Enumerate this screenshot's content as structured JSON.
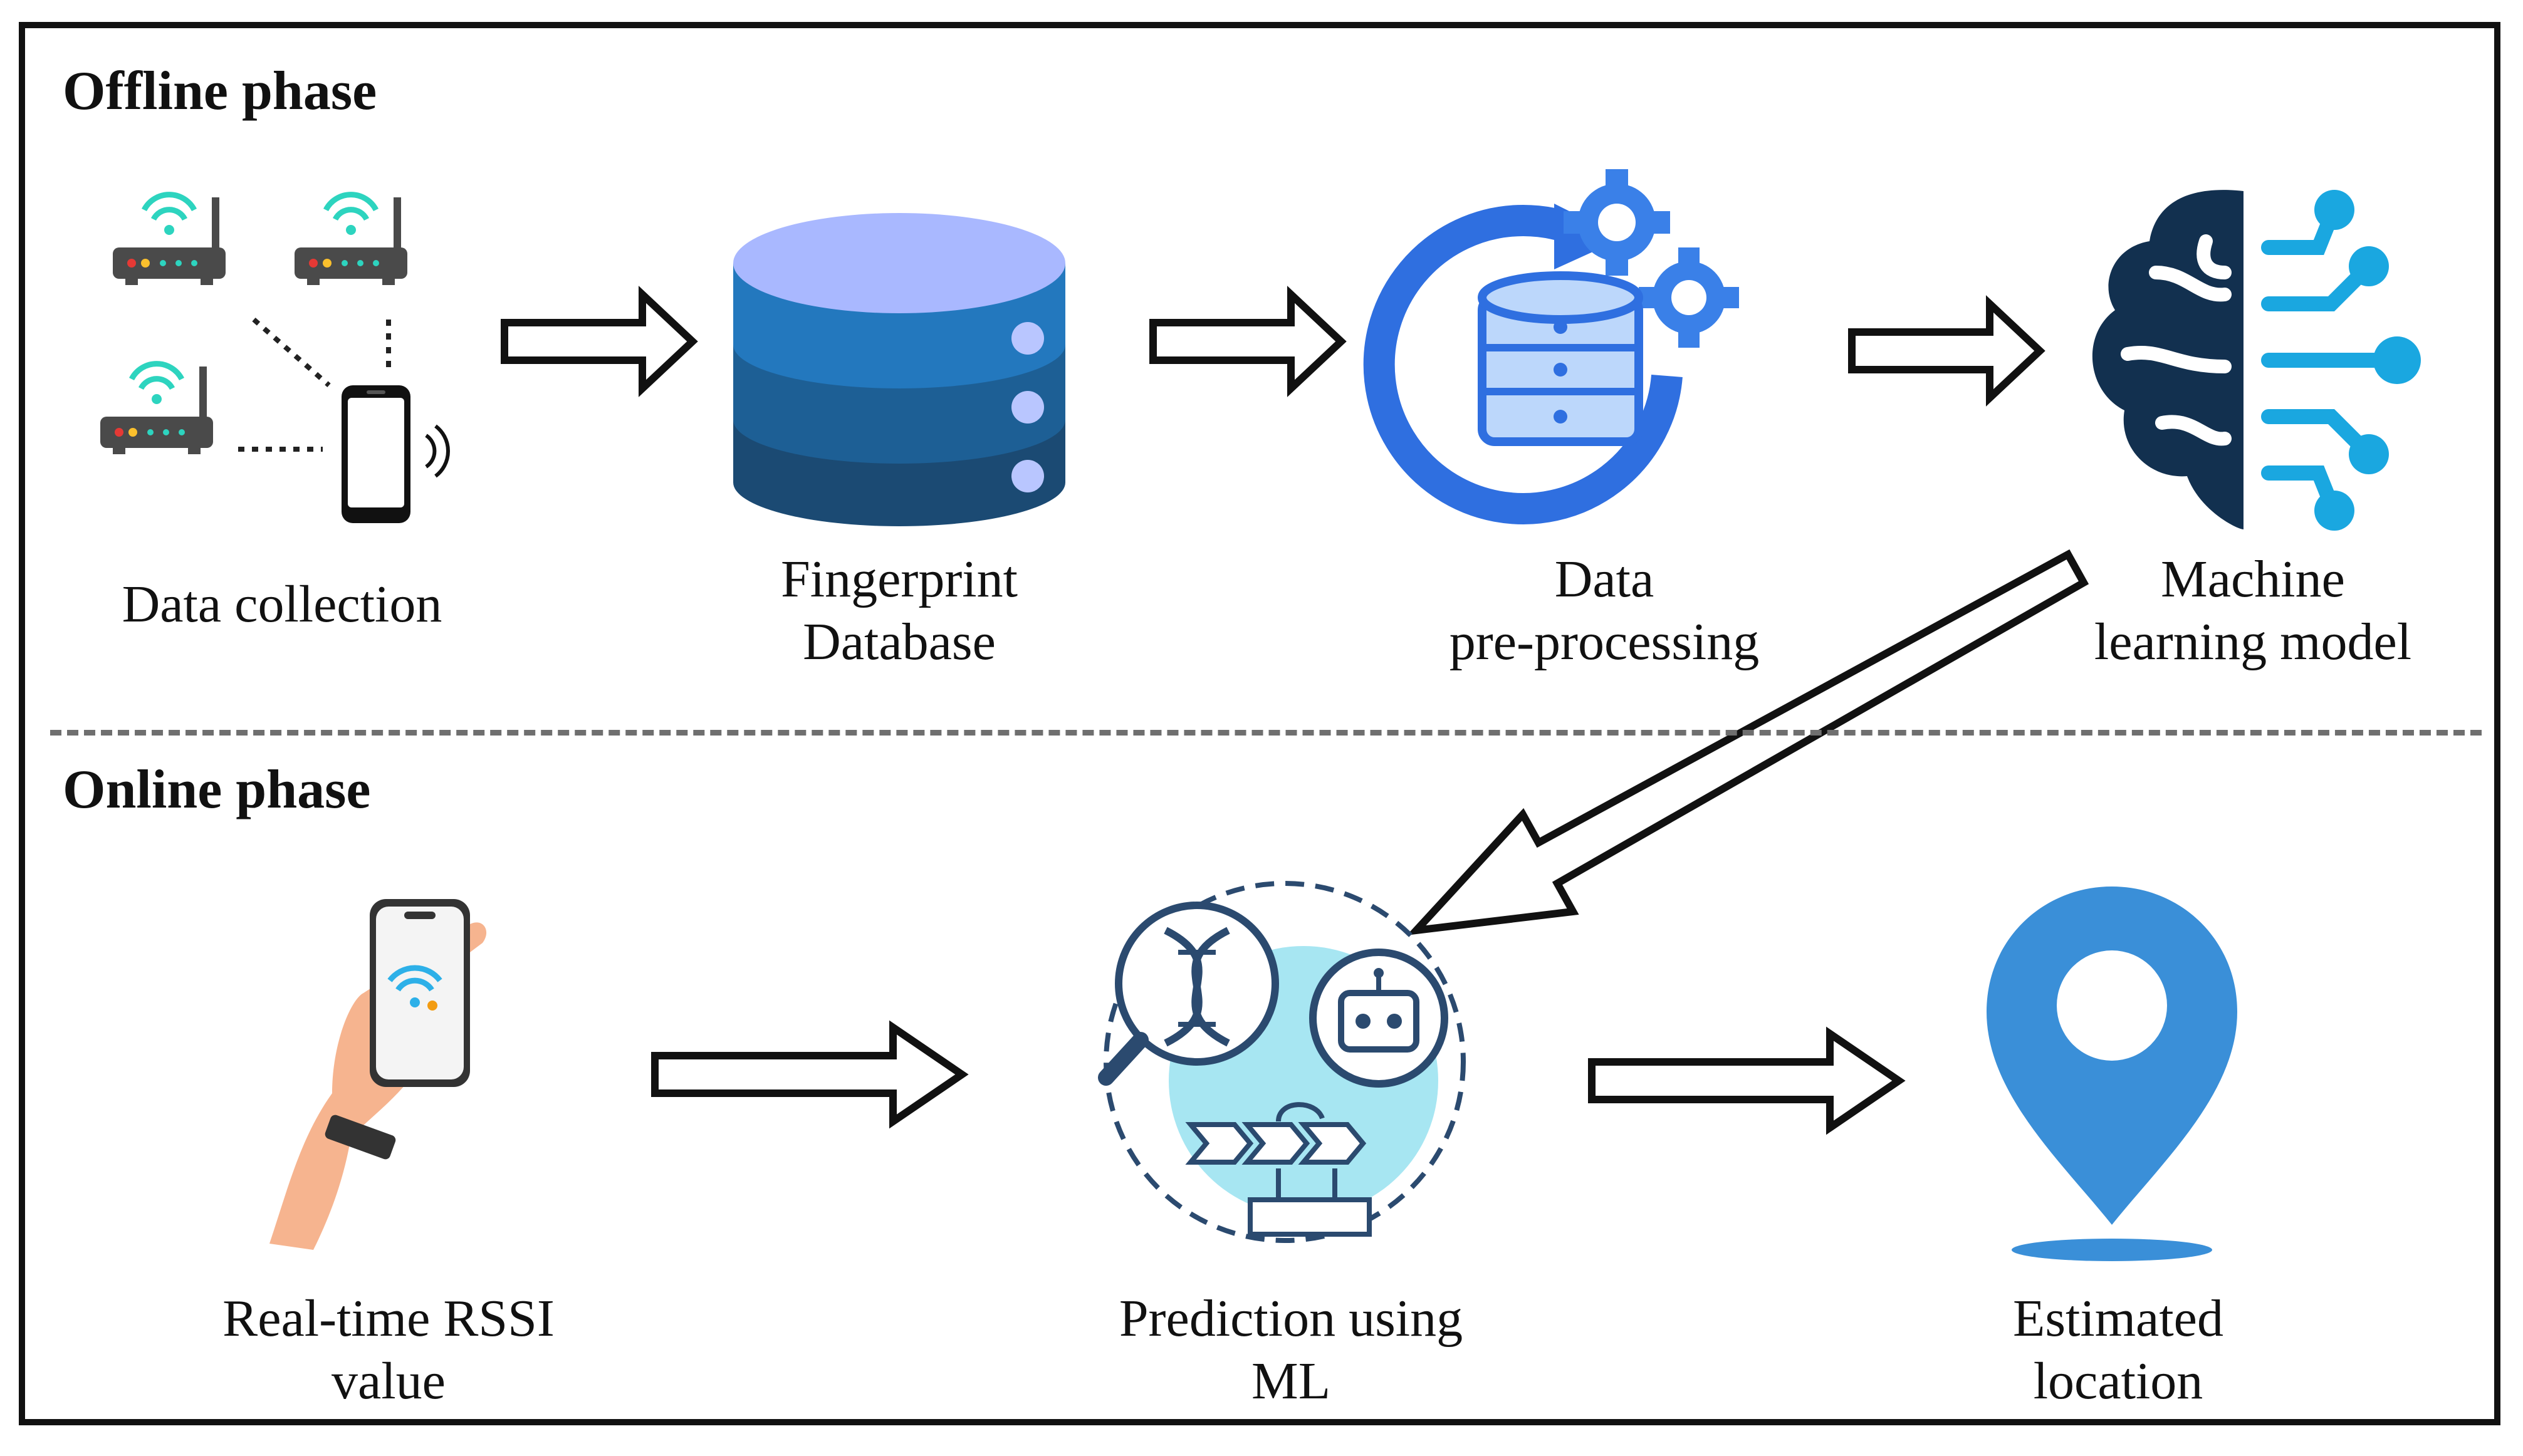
{
  "offline": {
    "title": "Offline phase",
    "steps": [
      {
        "lines": [
          "Data collection"
        ],
        "icon": "router-phone-icon"
      },
      {
        "lines": [
          "Fingerprint",
          "Database"
        ],
        "icon": "database-icon"
      },
      {
        "lines": [
          "Data",
          "pre-processing"
        ],
        "icon": "data-processing-icon"
      },
      {
        "lines": [
          "Machine",
          "learning model"
        ],
        "icon": "brain-circuit-icon"
      }
    ]
  },
  "online": {
    "title": "Online phase",
    "steps": [
      {
        "lines": [
          "Real-time RSSI",
          "value"
        ],
        "icon": "hand-phone-icon"
      },
      {
        "lines": [
          "Prediction using",
          "ML"
        ],
        "icon": "ml-prediction-icon"
      },
      {
        "lines": [
          "Estimated",
          "location"
        ],
        "icon": "location-pin-icon"
      }
    ]
  },
  "colors": {
    "router_body": "#4a4a4a",
    "wifi": "#2dd4bf",
    "database_top": "#a9b8ff",
    "database_dark": "#1e4d7a",
    "processing_blue": "#2f6fe0",
    "brain_dark": "#12304f",
    "brain_light": "#1aa7e0",
    "pin_blue": "#3a8fd8",
    "ml_circle": "#a7e6f2"
  }
}
